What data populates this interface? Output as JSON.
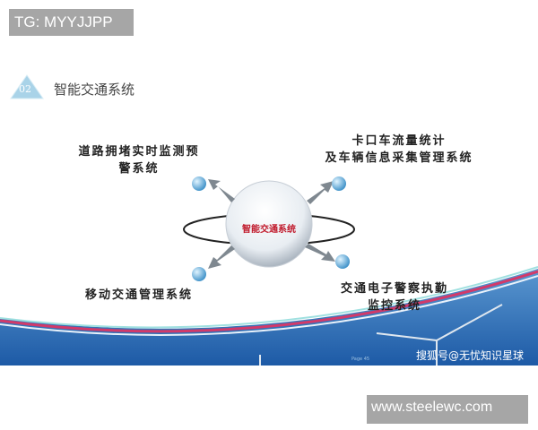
{
  "watermark_top": "TG: MYYJJPP",
  "section": {
    "number": "02",
    "title": "智能交通系统"
  },
  "center": "智能交通系统",
  "nodes": [
    {
      "label": "道路拥堵实时监测预警系统",
      "lines": [
        "道路拥堵实时监测预",
        "警系统"
      ]
    },
    {
      "label": "卡口车流量统计及车辆信息采集管理系统",
      "lines": [
        "卡口车流量统计",
        "及车辆信息采集管理系统"
      ]
    },
    {
      "label": "移动交通管理系统",
      "lines": [
        "移动交通管理系统"
      ]
    },
    {
      "label": "交通电子警察执勤监控系统",
      "lines": [
        "交通电子警察执勤",
        "监控系统"
      ]
    }
  ],
  "page_label": "Page 45",
  "source_watermark": "搜狐号@无忧知识星球",
  "watermark_bottom": "www.steelewc.com",
  "colors": {
    "accent": "#8dc3dd",
    "banner": "#1c5aa8",
    "center_text": "#c0182a"
  }
}
